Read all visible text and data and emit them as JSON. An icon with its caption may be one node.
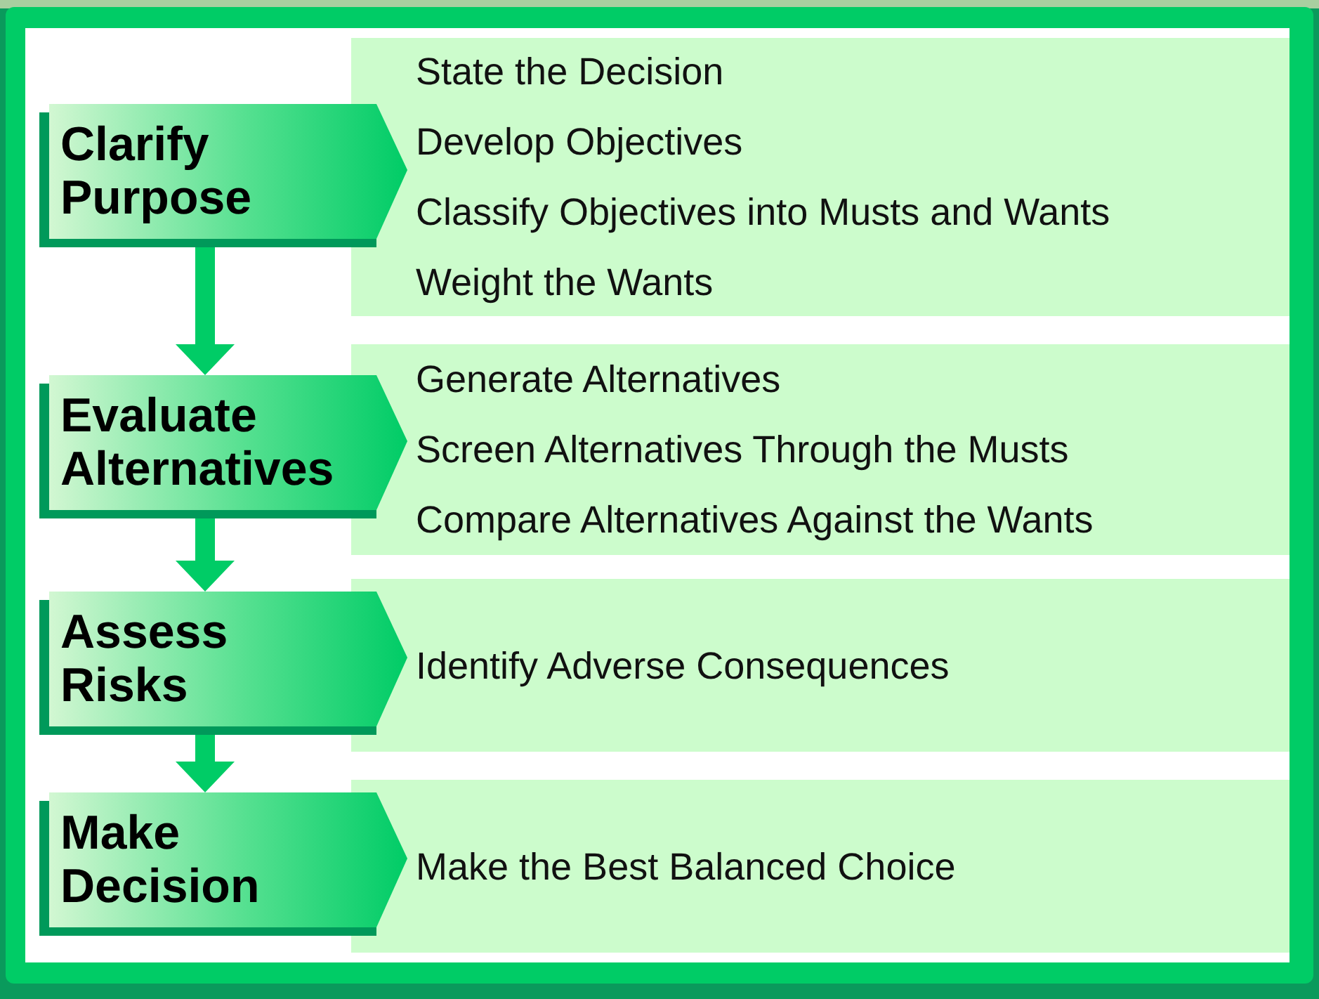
{
  "diagram": {
    "nodes": [
      {
        "text": [
          "Clarify Purpose"
        ]
      },
      {
        "text": [
          "State the Decision",
          "Develop Objectives",
          "Classify Objectives into Musts and Wants",
          "Weight the Wants"
        ]
      },
      {
        "text": [
          "Evaluate Alternatives"
        ]
      },
      {
        "text": [
          "Generate Alternatives",
          "Screen Alternatives Through the Musts",
          "Compare Alternatives Against the Wants"
        ]
      },
      {
        "text": [
          "Assess Risks"
        ]
      },
      {
        "text": [
          "Identify Adverse Consequences"
        ]
      },
      {
        "text": [
          "Make Decision"
        ]
      },
      {
        "text": [
          "Make the Best Balanced Choice"
        ]
      }
    ],
    "edges": [
      {
        "from": 0,
        "to": 2,
        "arrow": "to"
      },
      {
        "from": 2,
        "to": 4,
        "arrow": "to"
      },
      {
        "from": 4,
        "to": 6,
        "arrow": "to"
      }
    ]
  }
}
